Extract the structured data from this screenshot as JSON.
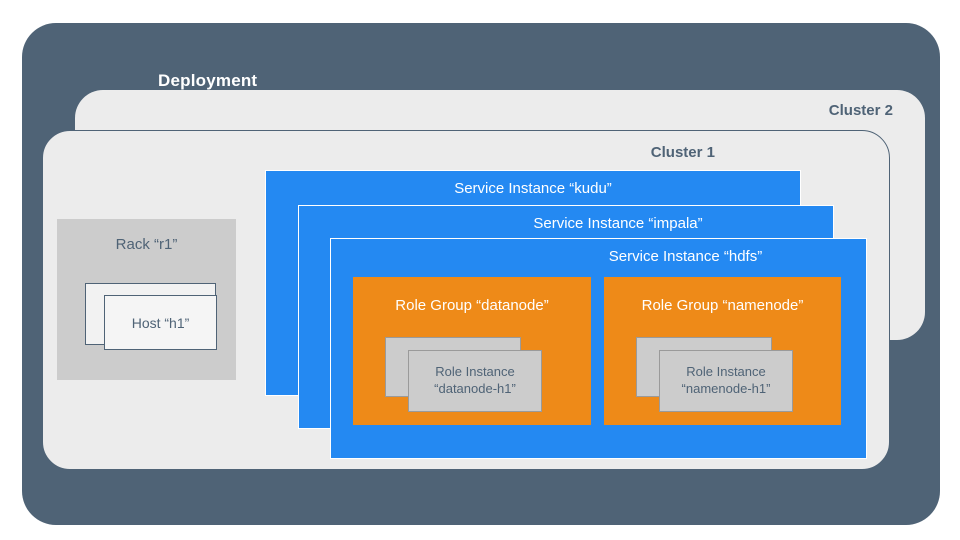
{
  "diagram": {
    "deployment": {
      "label": "Deployment",
      "color": "#4f6376"
    },
    "clusters": [
      {
        "label": "Cluster 2",
        "color": "#ececec"
      },
      {
        "label": "Cluster 1",
        "color": "#ececec"
      }
    ],
    "rack": {
      "label": "Rack “r1”",
      "color": "#cccccc",
      "hosts": [
        {
          "label": ""
        },
        {
          "label": "Host “h1”"
        }
      ]
    },
    "services": [
      {
        "label": "Service Instance “kudu”",
        "color": "#2489f2"
      },
      {
        "label": "Service Instance “impala”",
        "color": "#2489f2"
      },
      {
        "label": "Service Instance “hdfs”",
        "color": "#2489f2"
      }
    ],
    "role_groups": [
      {
        "label": "Role Group “datanode”",
        "color": "#ee8a18",
        "role_instance": {
          "line1": "Role Instance",
          "line2": "“datanode-h1”",
          "color": "#cccccc"
        }
      },
      {
        "label": "Role Group “namenode”",
        "color": "#ee8a18",
        "role_instance": {
          "line1": "Role Instance",
          "line2": "“namenode-h1”",
          "color": "#cccccc"
        }
      }
    ]
  }
}
